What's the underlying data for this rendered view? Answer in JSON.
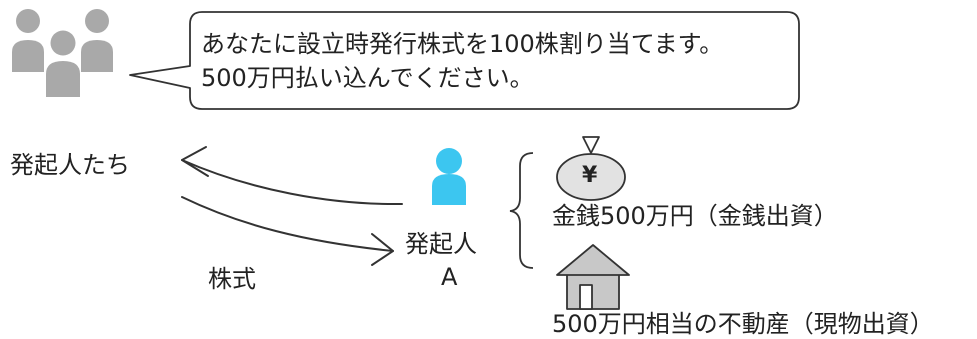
{
  "speech_bubble": {
    "line1": "あなたに設立時発行株式を100株割り当てます。",
    "line2": "500万円払い込んでください。"
  },
  "promoters_label": "発起人たち",
  "stock_label": "株式",
  "promoter_a": {
    "line1": "発起人",
    "line2": "A"
  },
  "money_bag_symbol": "¥",
  "cash_contribution_label": "金銭500万円（金銭出資）",
  "property_contribution_label": "500万円相当の不動産（現物出資）",
  "icons": {
    "group": "people-group-icon",
    "person": "person-icon",
    "money_bag": "money-bag-icon",
    "house": "house-icon"
  },
  "colors": {
    "group_icon": "#a9a9a9",
    "person_icon": "#3cc6f0",
    "stroke": "#333333",
    "money_bag_fill": "#e2e2e2",
    "house_fill": "#c8c8c8"
  }
}
